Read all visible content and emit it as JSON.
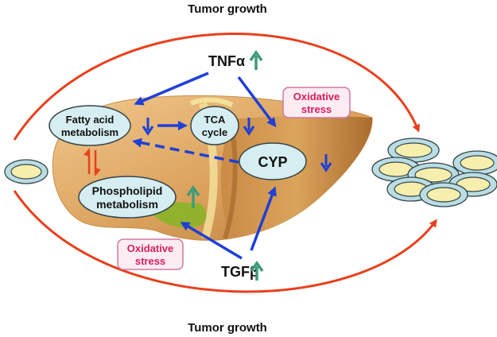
{
  "labels": {
    "tumor_top": "Tumor growth",
    "tumor_bottom": "Tumor growth",
    "tnf": "TNFα",
    "tgf": "TGFβ",
    "fatty_line1": "Fatty acid",
    "fatty_line2": "metabolism",
    "tca_line1": "TCA",
    "tca_line2": "cycle",
    "cyp": "CYP",
    "phospho_line1": "Phospholipid",
    "phospho_line2": "metabolism",
    "ox_right_line1": "Oxidative",
    "ox_right_line2": "stress",
    "ox_left_line1": "Oxidative",
    "ox_left_line2": "stress"
  },
  "colors": {
    "tumor_arc": "#e8401c",
    "signal_arrow": "#1f3fd8",
    "increase_arrow": "#3d9c78",
    "liver": "#d9a25a",
    "liver_shadow": "#b07030",
    "gallbladder": "#8ab428",
    "node_fill": "#d6eef1",
    "node_stroke": "#34444a",
    "oxidative_text": "#d81b60",
    "oxidative_border": "#d27aa0",
    "oxidative_fill": "#fdecf2",
    "cell_outer": "#b9dde3",
    "cell_inner": "#f6eeac",
    "text": "#111111"
  },
  "icons": {
    "tnf_change": "up-arrow-icon",
    "tgf_change": "up-arrow-icon",
    "phospho_change": "up-arrow-icon",
    "fatty_change": "down-arrow-icon",
    "tca_change": "down-arrow-icon",
    "cyp_change": "down-arrow-icon",
    "fatty_phospho_link": "bidirectional-red-arrow-icon"
  }
}
